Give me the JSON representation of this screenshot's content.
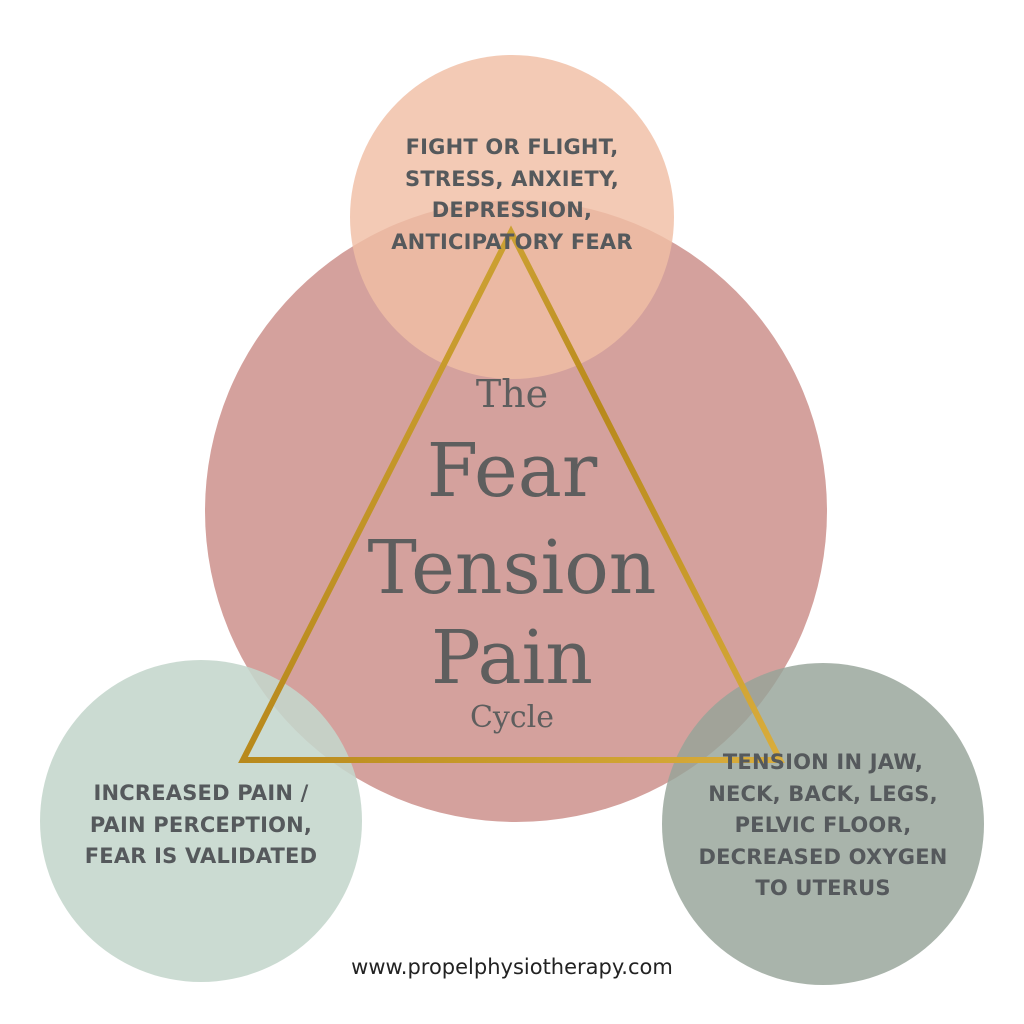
{
  "title": {
    "line1": "The",
    "line2": "Fear",
    "line3": "Tension",
    "line4": "Pain",
    "line5": "Cycle"
  },
  "nodes": {
    "top": "FIGHT OR FLIGHT,\nSTRESS, ANXIETY,\nDEPRESSION,\nANTICIPATORY FEAR",
    "left": "INCREASED PAIN /\nPAIN PERCEPTION,\nFEAR IS VALIDATED",
    "right": "TENSION IN JAW,\nNECK, BACK, LEGS,\nPELVIC FLOOR,\nDECREASED OXYGEN\nTO UTERUS"
  },
  "footer": {
    "url": "www.propelphysiotherapy.com"
  },
  "colors": {
    "main_circle": "#d4a19d",
    "top_circle": "#f0bea5",
    "left_circle": "#c4d6cc",
    "right_circle": "#96a398",
    "triangle": "#c9a227",
    "text": "#55595c"
  }
}
